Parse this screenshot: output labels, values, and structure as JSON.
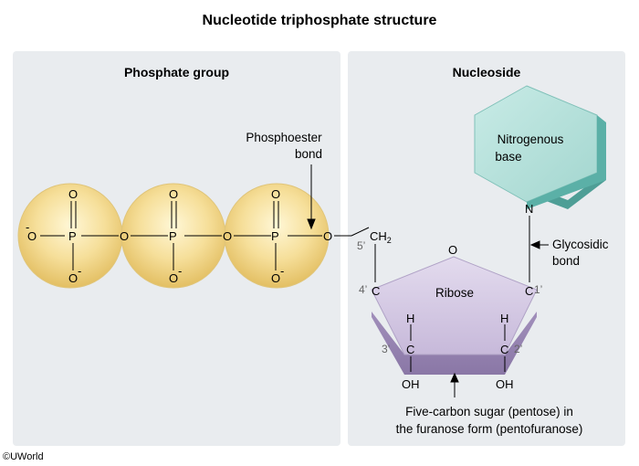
{
  "title": "Nucleotide triphosphate structure",
  "panels": {
    "left_title": "Phosphate group",
    "right_title": "Nucleoside"
  },
  "atoms": {
    "o_neg": "O",
    "minus": "-",
    "o": "O",
    "p": "P",
    "ch": "CH",
    "sub2": "2",
    "c": "C",
    "h": "H",
    "oh": "OH",
    "n": "N"
  },
  "numbers": {
    "c5": "5’",
    "c4": "4’",
    "c3": "3’",
    "c2": "2’",
    "c1": "1’"
  },
  "labels": {
    "phosphoester_line1": "Phosphoester",
    "phosphoester_line2": "bond",
    "base_line1": "Nitrogenous",
    "base_line2": "base",
    "ribose": "Ribose",
    "glycosidic_line1": "Glycosidic",
    "glycosidic_line2": "bond",
    "sugar_line1": "Five-carbon sugar (pentose) in",
    "sugar_line2": "the furanose form (pentofuranose)"
  },
  "copyright": "©UWorld",
  "colors": {
    "panel": "#e9ecef",
    "phosphate_sphere": "#f3d98a",
    "ribose": "#c6b8d8",
    "base": "#a8d8d2"
  }
}
